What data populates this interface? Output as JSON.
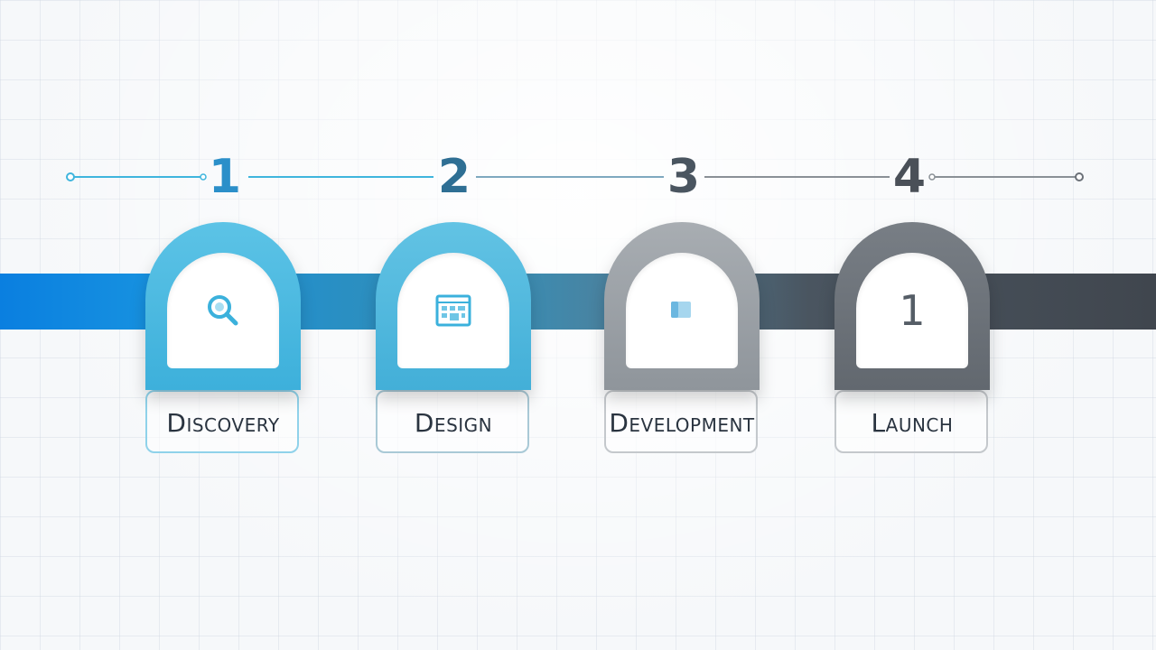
{
  "steps": [
    {
      "number": "1",
      "label": "Discovery",
      "icon": "magnifier-icon",
      "color": "#47b6de",
      "number_color": "#2b8fc9"
    },
    {
      "number": "2",
      "label": "Design",
      "icon": "layout-grid-icon",
      "color": "#50b7dd",
      "number_color": "#2f6f94"
    },
    {
      "number": "3",
      "label": "Development",
      "icon": "code-block-icon",
      "color": "#9aa0a6",
      "number_color": "#4a5560"
    },
    {
      "number": "4",
      "label": "Launch",
      "icon": "number-one-glyph",
      "icon_text": "1",
      "color": "#6b7178",
      "number_color": "#4a5058"
    }
  ],
  "colors": {
    "band_start": "#0a7fe0",
    "band_end": "#40464e",
    "timeline_blue": "#3fb5dd",
    "timeline_gray": "#8a9096"
  }
}
